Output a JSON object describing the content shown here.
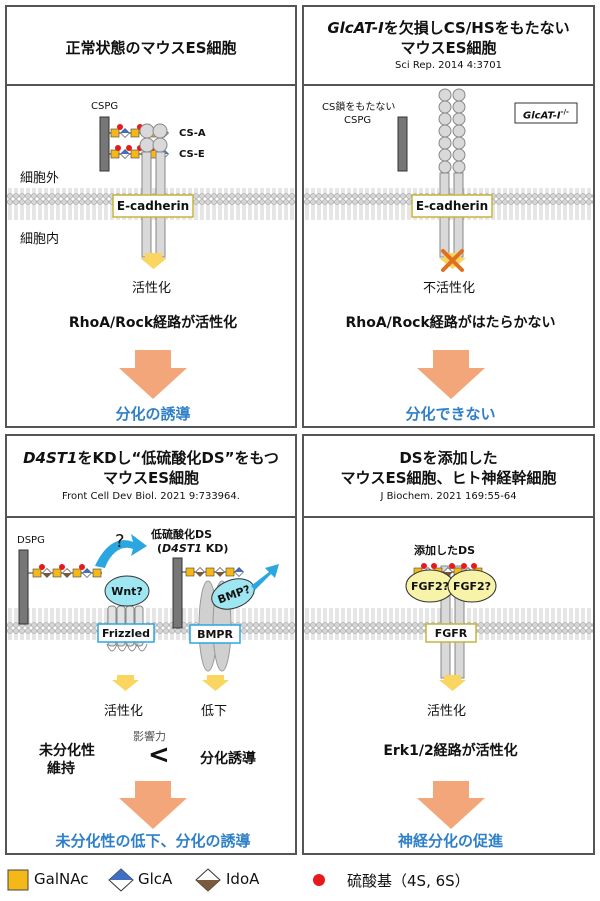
{
  "colors": {
    "galnac": "#f5b816",
    "glca_top": "#3f6fc2",
    "idoa_top": "#7a5a3c",
    "sulfate": "#e8191a",
    "arrow": "#f3a67a",
    "membrane": "#cfcfcf",
    "ecad_border": "#c7b43a",
    "blue_text": "#2f80c7",
    "wnt_fill": "#9ee6f2",
    "blue_arrow": "#2aa6e0"
  },
  "p1": {
    "title": "正常状態のマウスES細胞",
    "cspg": "CSPG",
    "cs_a": "CS-A",
    "cs_e": "CS-E",
    "outside": "細胞外",
    "inside": "細胞内",
    "ecad": "E-cadherin",
    "activated": "活性化",
    "pathway": "RhoA/Rock経路が活性化",
    "result": "分化の誘導"
  },
  "p2": {
    "title_italic": "GlcAT-I",
    "title_rest": "を欠損しCS/HSをもたない",
    "title2": "マウスES細胞",
    "cite": "Sci Rep. 2014 4:3701",
    "cs_chain1": "CS鎖をもたない",
    "cs_chain2": "CSPG",
    "ko_italic": "GlcAT-I",
    "ko_sup": "-/-",
    "ecad": "E-cadherin",
    "inactive": "不活性化",
    "pathway": "RhoA/Rock経路がはたらかない",
    "result": "分化できない"
  },
  "p3": {
    "title_italic": "D4ST1",
    "title_rest": "をKDし“低硫酸化DS”をもつ",
    "title2": "マウスES細胞",
    "cite": "Front Cell Dev Biol. 2021 9:733964.",
    "dspg": "DSPG",
    "q": "?",
    "low_ds": "低硫酸化DS",
    "kd_open": "(",
    "kd_italic": "D4ST1",
    "kd_close": " KD)",
    "wnt": "Wnt?",
    "bmp": "BMP?",
    "frizzled": "Frizzled",
    "bmpr": "BMPR",
    "activated": "活性化",
    "decreased": "低下",
    "influence": "影響力",
    "undiff1": "未分化性",
    "undiff2": "維持",
    "lt": "<",
    "diff_induce": "分化誘導",
    "result": "未分化性の低下、分化の誘導"
  },
  "p4": {
    "title1": "DSを添加した",
    "title2": "マウスES細胞、ヒト神経幹細胞",
    "cite": "J Biochem. 2021 169:55-64",
    "added": "添加したDS",
    "fgf": "FGF2?",
    "fgfr": "FGFR",
    "activated": "活性化",
    "pathway": "Erk1/2経路が活性化",
    "result": "神経分化の促進"
  },
  "legend": {
    "galnac": "GalNAc",
    "glca": "GlcA",
    "idoa": "IdoA",
    "sulfate": "硫酸基（4S, 6S）"
  }
}
